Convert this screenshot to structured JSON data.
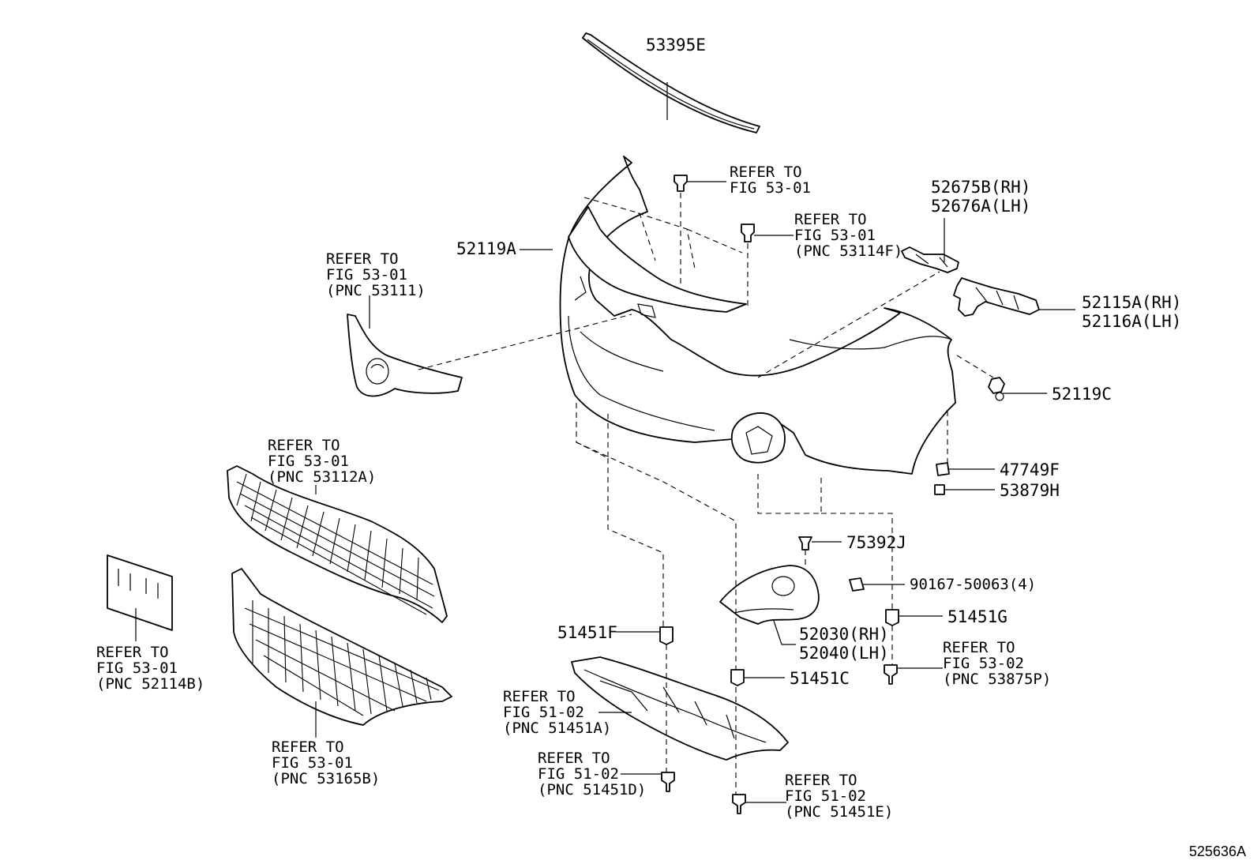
{
  "diagram_id": "525636A",
  "labels": {
    "p53395E": "53395E",
    "p52119A": "52119A",
    "p52675B": "52675B(RH)",
    "p52676A": "52676A(LH)",
    "p52115A": "52115A(RH)",
    "p52116A": "52116A(LH)",
    "p52119C": "52119C",
    "p47749F": "47749F",
    "p53879H": "53879H",
    "p75392J": "75392J",
    "p90167": "90167-50063(4)",
    "p51451G": "51451G",
    "p52030": "52030(RH)",
    "p52040": "52040(LH)",
    "p51451F": "51451F",
    "p51451C": "51451C"
  },
  "refs": {
    "r1": [
      "REFER TO",
      "FIG 53-01"
    ],
    "r2": [
      "REFER TO",
      "FIG 53-01",
      "(PNC 53114F)"
    ],
    "r3": [
      "REFER TO",
      "FIG 53-01",
      "(PNC 53111)"
    ],
    "r4": [
      "REFER TO",
      "FIG 53-01",
      "(PNC 53112A)"
    ],
    "r5": [
      "REFER TO",
      "FIG 53-01",
      "(PNC 52114B)"
    ],
    "r6": [
      "REFER TO",
      "FIG 53-01",
      "(PNC 53165B)"
    ],
    "r7": [
      "REFER TO",
      "FIG 51-02",
      "(PNC 51451A)"
    ],
    "r8": [
      "REFER TO",
      "FIG 51-02",
      "(PNC 51451D)"
    ],
    "r9": [
      "REFER TO",
      "FIG 51-02",
      "(PNC 51451E)"
    ],
    "r10": [
      "REFER TO",
      "FIG 53-02",
      "(PNC 53875P)"
    ]
  }
}
